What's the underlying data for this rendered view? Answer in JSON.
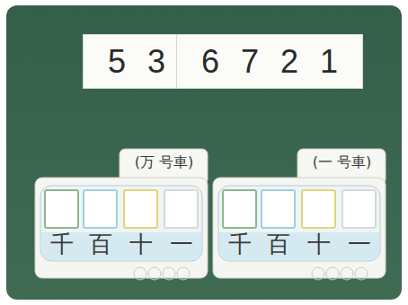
{
  "diagram": {
    "nodes": [
      {
        "text": [
          "53"
        ]
      },
      {
        "text": [
          "6721"
        ]
      },
      {
        "text": [
          "(万 号車)"
        ]
      },
      {
        "text": [
          "(一 号車)"
        ]
      }
    ],
    "labels": [
      "千",
      "百",
      "十",
      "一",
      "千",
      "百",
      "十",
      "一"
    ]
  }
}
